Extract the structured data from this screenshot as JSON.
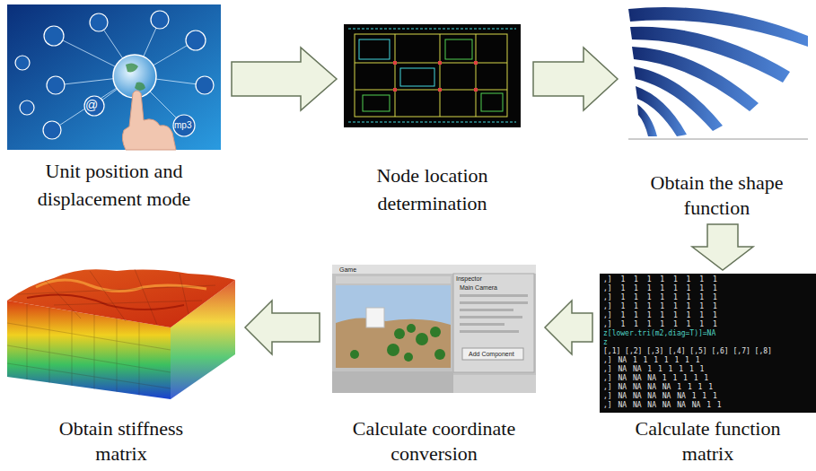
{
  "diagram": {
    "nodes": [
      {
        "text": [
          "Unit position and displacement mode"
        ]
      },
      {
        "text": [
          "Node location determination"
        ]
      },
      {
        "text": [
          "Obtain the shape function"
        ]
      },
      {
        "text": [
          "Calculate function matrix"
        ]
      },
      {
        "text": [
          "Calculate coordinate conversion"
        ]
      },
      {
        "text": [
          "Obtain stiffness matrix"
        ]
      }
    ],
    "edges": [
      {
        "from": 0,
        "to": 1,
        "arrow": "to"
      },
      {
        "from": 1,
        "to": 2,
        "arrow": "to"
      },
      {
        "from": 2,
        "to": 3,
        "arrow": "to"
      },
      {
        "from": 3,
        "to": 4,
        "arrow": "to"
      },
      {
        "from": 4,
        "to": 5,
        "arrow": "to"
      }
    ],
    "labels": [
      "@",
      "mp3",
      ",] 1 1 1 1 1 1 1 1",
      ",] 1 1 1 1 1 1 1 1",
      ",] 1 1 1 1 1 1 1 1",
      ",] 1 1 1 1 1 1 1 1",
      ",] 1 1 1 1 1 1 1 1",
      ",] 1 1 1 1 1 1 1 1",
      "z[lower.tri(m2,diag=T)]=NA",
      "z",
      "[,1] [,2] [,3] [,4] [,5] [,6] [,7] [,8]",
      ",] NA 1 1 1 1 1 1 1",
      ",] NA NA 1 1 1 1 1 1",
      ",] NA NA NA 1 1 1 1 1",
      ",] NA NA NA NA 1 1 1 1",
      ",] NA NA NA NA NA 1 1 1",
      ",] NA NA NA NA NA NA 1 1",
      "Game",
      "Inspector",
      "Main Camera",
      "Add Component"
    ]
  }
}
